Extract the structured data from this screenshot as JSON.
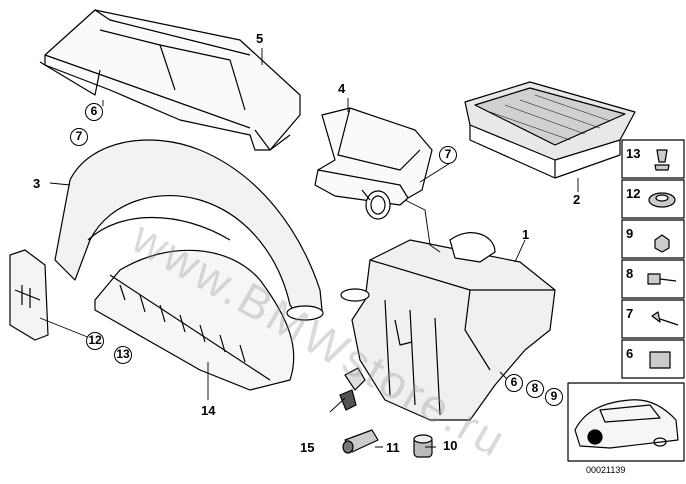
{
  "watermark": "www.BMWstore.ru",
  "document_number": "00021139",
  "callouts": {
    "c1": "1",
    "c2": "2",
    "c3": "3",
    "c4": "4",
    "c5": "5",
    "c10": "10",
    "c11": "11",
    "c14": "14",
    "c15": "15"
  },
  "circled": {
    "c6a": "6",
    "c7a": "7",
    "c7b": "7",
    "c12": "12",
    "c13": "13",
    "c6b": "6",
    "c8": "8",
    "c9": "9"
  },
  "side_panel": [
    "13",
    "12",
    "9",
    "8",
    "7",
    "6"
  ]
}
